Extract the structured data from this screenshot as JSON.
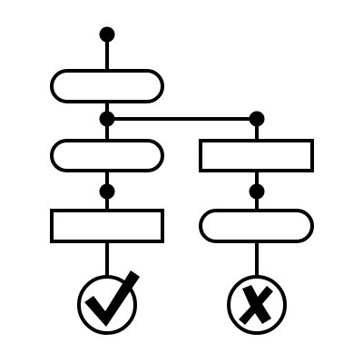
{
  "diagram": {
    "type": "flowchart-icon",
    "stroke_color": "#000000",
    "fill_color": "#ffffff",
    "nodes": [
      {
        "id": "start-dot",
        "shape": "dot"
      },
      {
        "id": "left-node-1",
        "shape": "rounded-rect"
      },
      {
        "id": "branch-dot",
        "shape": "dot"
      },
      {
        "id": "left-node-2",
        "shape": "rounded-rect"
      },
      {
        "id": "left-mid-dot",
        "shape": "dot"
      },
      {
        "id": "left-node-3",
        "shape": "rect"
      },
      {
        "id": "success-end",
        "shape": "circle",
        "icon": "check-icon"
      },
      {
        "id": "right-top-dot",
        "shape": "dot"
      },
      {
        "id": "right-node-1",
        "shape": "rect"
      },
      {
        "id": "right-mid-dot",
        "shape": "dot"
      },
      {
        "id": "right-node-2",
        "shape": "rounded-rect"
      },
      {
        "id": "failure-end",
        "shape": "circle",
        "icon": "cross-icon"
      }
    ],
    "edges": [
      [
        "start-dot",
        "left-node-1"
      ],
      [
        "left-node-1",
        "branch-dot"
      ],
      [
        "branch-dot",
        "left-node-2"
      ],
      [
        "left-node-2",
        "left-mid-dot"
      ],
      [
        "left-mid-dot",
        "left-node-3"
      ],
      [
        "left-node-3",
        "success-end"
      ],
      [
        "branch-dot",
        "right-top-dot"
      ],
      [
        "right-top-dot",
        "right-node-1"
      ],
      [
        "right-node-1",
        "right-mid-dot"
      ],
      [
        "right-mid-dot",
        "right-node-2"
      ],
      [
        "right-node-2",
        "failure-end"
      ]
    ]
  }
}
